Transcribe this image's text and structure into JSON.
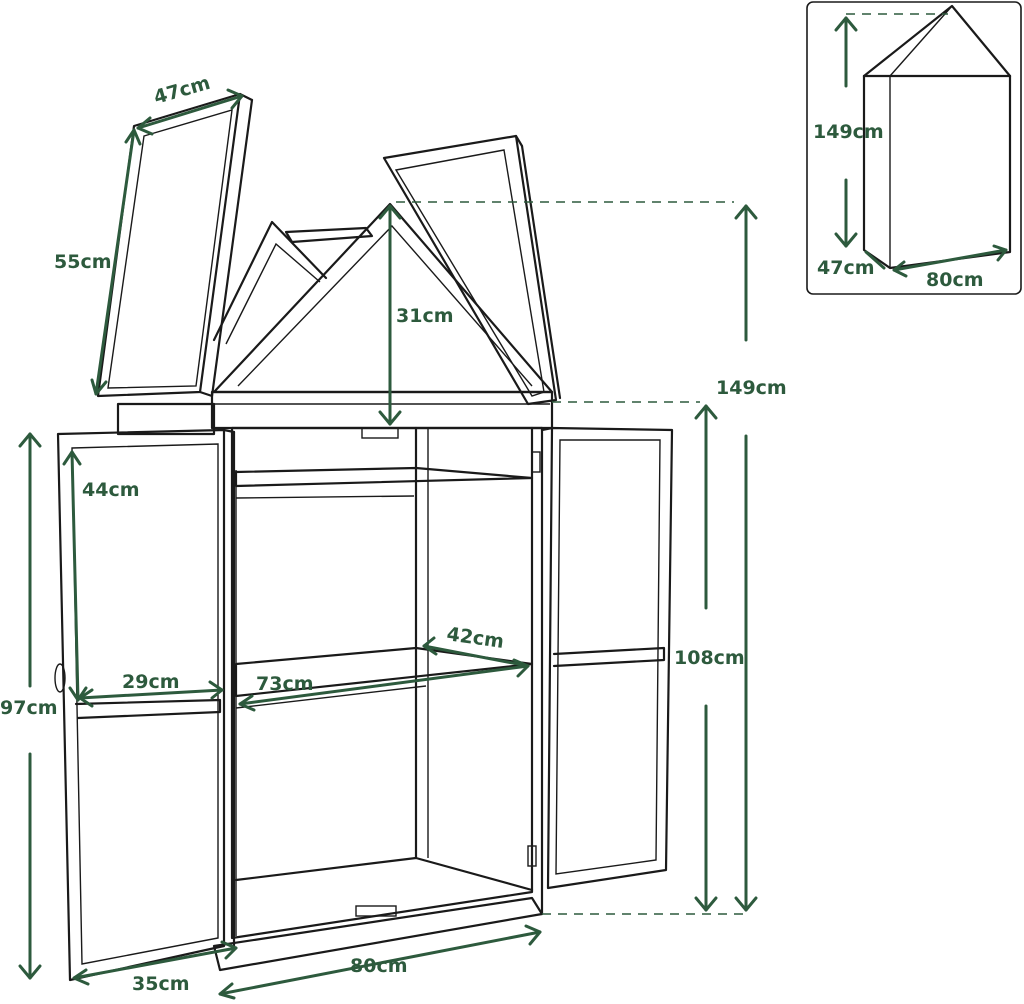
{
  "colors": {
    "dimension": "#2d5a3d",
    "outline": "#1a1a1a",
    "background": "#ffffff"
  },
  "dimensions": {
    "lid_width": "47cm",
    "lid_height": "55cm",
    "roof_height": "31cm",
    "total_height": "149cm",
    "door_height": "44cm",
    "cabinet_height": "108cm",
    "side_height": "97cm",
    "door_width": "29cm",
    "shelf_width": "73cm",
    "shelf_depth": "42cm",
    "base_depth": "35cm",
    "base_width": "80cm"
  },
  "overview": {
    "height": "149cm",
    "depth": "47cm",
    "width": "80cm"
  }
}
